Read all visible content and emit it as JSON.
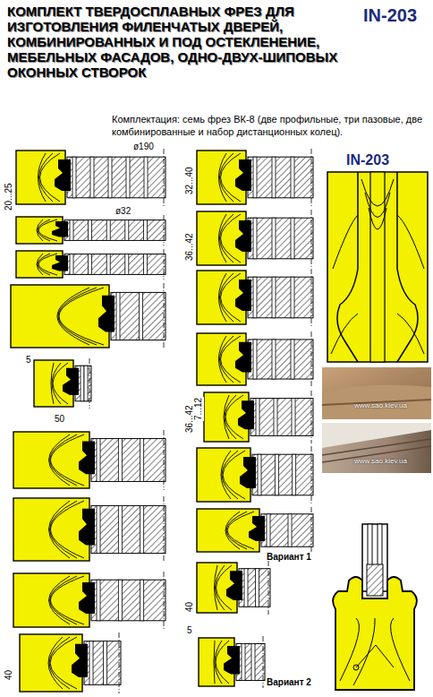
{
  "diagram": {
    "title": "КОМПЛЕКТ ТВЕРДОСПЛАВНЫХ ФРЕЗ ДЛЯ ИЗГОТОВЛЕНИЯ ФИЛЕНЧАТЫХ ДВЕРЕЙ, КОМБИНИРОВАННЫХ И ПОД ОСТЕКЛЕНЕНИЕ, МЕБЕЛЬНЫХ ФАСАДОВ, ОДНО-ДВУХ-ШИПОВЫХ ОКОННЫХ СТВОРОК",
    "labels": [
      "IN-203",
      "Комплектация: семь фрез ВК-8 (две профильные, три пазовые, две комбинированные и набор дистанционных колец).",
      "20...25",
      "ø190",
      "ø32",
      "32...40",
      "36...42",
      "IN-203",
      "5",
      "50",
      "36...42",
      "7...12",
      "www.sao.kiev.ua",
      "www.sao.kiev.ua",
      "Вариант 1",
      "40",
      "5",
      "Вариант 2",
      "40"
    ]
  }
}
